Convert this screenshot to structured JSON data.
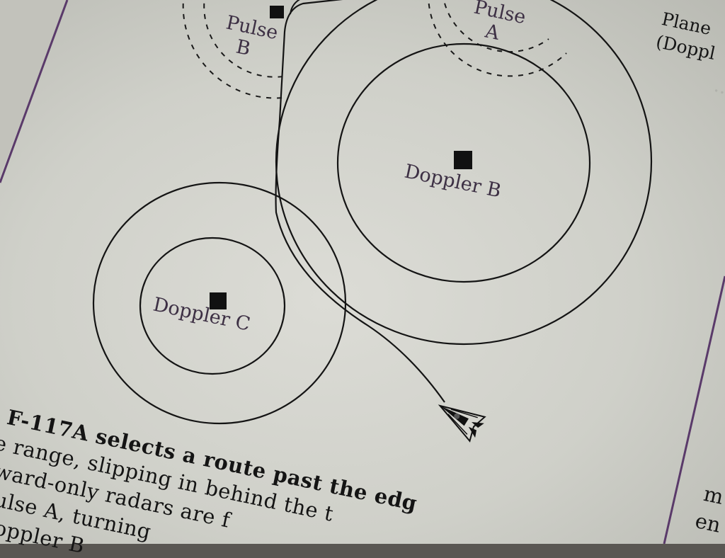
{
  "diagram": {
    "labels": {
      "pulse_b": [
        "Pulse",
        "B"
      ],
      "pulse_a": [
        "Pulse",
        "A"
      ],
      "doppler_b": "Doppler B",
      "doppler_c": "Doppler C"
    },
    "colors": {
      "ink": "#141414",
      "label": "#3d3044",
      "paper": "#d6d6d0",
      "rule": "#5a3a6a"
    },
    "aircraft_icon": "f117-stealth-fighter-icon"
  },
  "caption": {
    "lines": [
      "F-117A selects a route past the edg",
      "e range, slipping in behind the t",
      "ward-only radars are f",
      "ulse A, turning",
      "oppler B"
    ]
  },
  "side_text": {
    "top": [
      "Plane",
      "(Doppl"
    ],
    "bottom": [
      "m",
      "en"
    ]
  }
}
